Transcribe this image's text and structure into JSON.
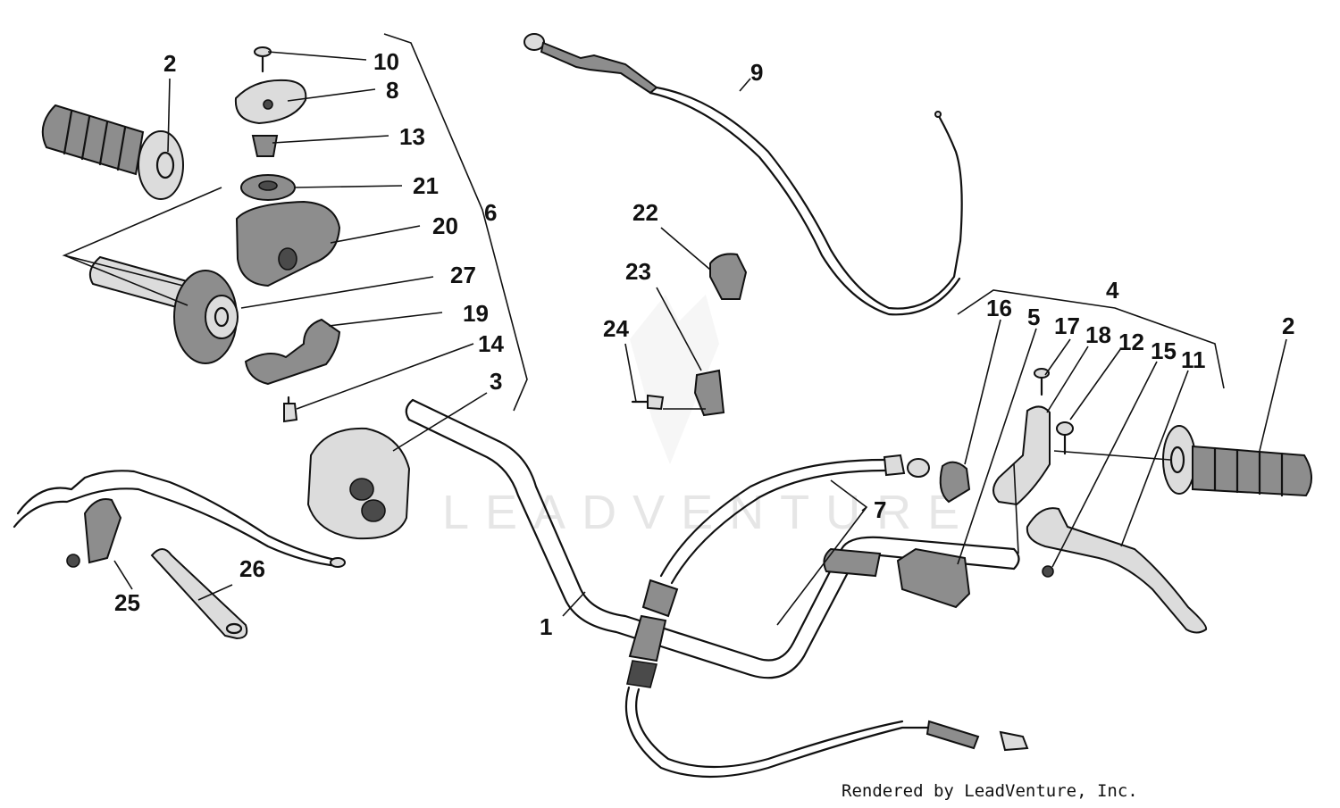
{
  "watermark": "LEADVENTURE",
  "footer": "Rendered by LeadVenture, Inc.",
  "callouts": {
    "c1": "1",
    "c2a": "2",
    "c2b": "2",
    "c3": "3",
    "c4": "4",
    "c5": "5",
    "c6": "6",
    "c7": "7",
    "c8": "8",
    "c9": "9",
    "c10": "10",
    "c11": "11",
    "c12": "12",
    "c13": "13",
    "c14": "14",
    "c15": "15",
    "c16": "16",
    "c17": "17",
    "c18": "18",
    "c19": "19",
    "c20": "20",
    "c21": "21",
    "c22": "22",
    "c23": "23",
    "c24": "24",
    "c25": "25",
    "c26": "26",
    "c27": "27"
  }
}
